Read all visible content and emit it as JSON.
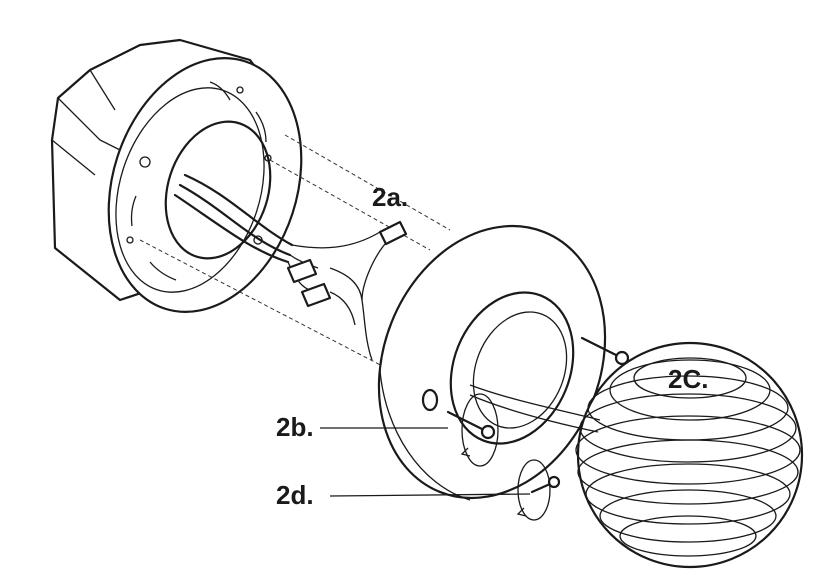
{
  "labels": {
    "step_2a": "2a.",
    "step_2b": "2b.",
    "step_2c": "2C.",
    "step_2d": "2d."
  }
}
